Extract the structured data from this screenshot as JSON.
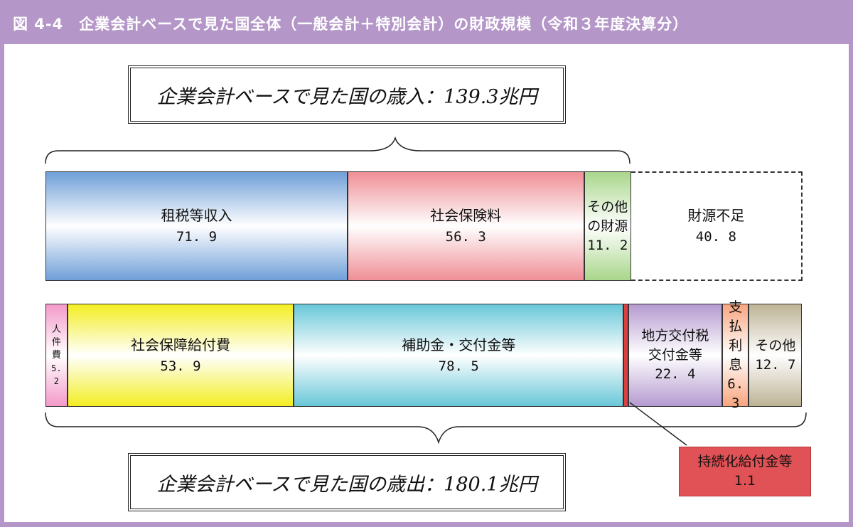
{
  "header": {
    "title": "図 4-4　企業会計ベースで見た国全体（一般会計＋特別会計）の財政規模（令和３年度決算分）"
  },
  "revenue_box": {
    "label": "企業会計ベースで見た国の歳入：139.3兆円"
  },
  "expenditure_box": {
    "label": "企業会計ベースで見た国の歳出：180.1兆円"
  },
  "colors": {
    "tax": "#6f9fd8",
    "social_insurance": "#ef8f96",
    "other_rev": "#a9d68b",
    "personnel": "#f39ac9",
    "social_security": "#f3ee22",
    "subsidies": "#69c7d8",
    "sustain": "#d9403f",
    "local_grant": "#b59ad0",
    "interest": "#f8a57f",
    "other_exp": "#bdb396"
  },
  "chart_data": [
    {
      "type": "bar",
      "title": "企業会計ベースで見た国の歳入：139.3兆円",
      "unit": "兆円",
      "categories": [
        "租税等収入",
        "社会保険料",
        "その他の財源",
        "財源不足"
      ],
      "labels": [
        [
          "租税等収入"
        ],
        [
          "社会保険料"
        ],
        [
          "その他",
          "の財源"
        ],
        [
          "財源不足"
        ]
      ],
      "values": [
        71.9,
        56.3,
        11.2,
        40.8
      ],
      "value_labels": [
        "71. 9",
        "56. 3",
        "11. 2",
        "40. 8"
      ]
    },
    {
      "type": "bar",
      "title": "企業会計ベースで見た国の歳出：180.1兆円",
      "unit": "兆円",
      "categories": [
        "人件費",
        "社会保障給付費",
        "補助金・交付金等",
        "持続化給付金等",
        "地方交付税交付金等",
        "支払利息",
        "その他"
      ],
      "labels": [
        [
          "人",
          "件",
          "費"
        ],
        [
          "社会保障給付費"
        ],
        [
          "補助金・交付金等"
        ],
        [],
        [
          "地方交付税",
          "交付金等"
        ],
        [
          "支払",
          "利息"
        ],
        [
          "その他"
        ]
      ],
      "values": [
        5.2,
        53.9,
        78.5,
        1.1,
        22.4,
        6.3,
        12.7
      ],
      "value_labels": [
        "5. 2",
        "53. 9",
        "78. 5",
        "",
        "22. 4",
        "6. 3",
        "12. 7"
      ],
      "callout": {
        "label": "持続化給付金等",
        "value": "1.1"
      }
    }
  ]
}
